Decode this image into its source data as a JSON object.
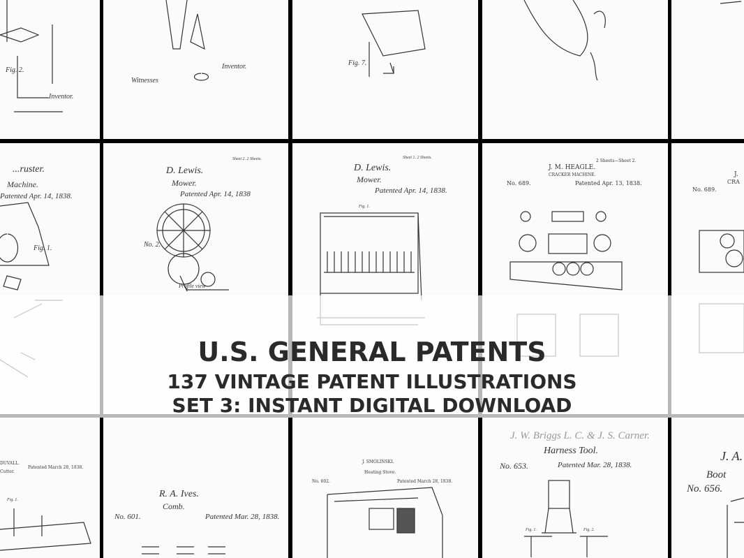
{
  "headline": {
    "title": "U.S. GENERAL PATENTS",
    "subtitle": "137 VINTAGE PATENT ILLUSTRATIONS",
    "tagline": "SET 3: INSTANT DIGITAL DOWNLOAD"
  },
  "cells": {
    "top": {
      "c0": {
        "fig": "Fig. 2.",
        "label": "Inventor."
      },
      "c1": {
        "inventor": "Inventor.",
        "witnesses": "Witnesses"
      },
      "c2": {
        "fig": "Fig. 7."
      },
      "c3": {},
      "c4": {}
    },
    "mid": {
      "c0": {
        "name": "...ruster.",
        "title": "Machine.",
        "date": "Patented Apr. 14, 1838.",
        "fig": "Fig. 1."
      },
      "c1": {
        "sheet": "Sheet 2. 2 Sheets.",
        "name": "D. Lewis.",
        "title": "Mower.",
        "date": "Patented Apr. 14, 1838",
        "no": "No. 2.",
        "caption": "Profile view"
      },
      "c2": {
        "sheet": "Sheet 1. 2 Sheets.",
        "name": "D. Lewis.",
        "title": "Mower.",
        "date": "Patented Apr. 14, 1838.",
        "fig": "Fig. 1."
      },
      "c3": {
        "sheet": "2 Sheets—Sheet 2.",
        "name": "J. M. HEAGLE.",
        "title": "CRACKER MACHINE.",
        "no": "No. 689.",
        "date": "Patented Apr. 13, 1838."
      },
      "c4": {
        "no": "No. 689.",
        "name": "J.",
        "title": "CRA"
      }
    },
    "bot": {
      "c0": {
        "name": "DUVALL.",
        "title": "Cutter.",
        "date": "Patented March 28, 1838.",
        "fig": "Fig. 1."
      },
      "c1": {
        "name": "R. A. Ives.",
        "title": "Comb.",
        "no": "No. 601.",
        "date": "Patented Mar. 28, 1838."
      },
      "c2": {
        "name": "J. SMOLINSKI.",
        "title": "Heating Stove.",
        "no": "No. 602.",
        "date": "Patented March 28, 1838."
      },
      "c3": {
        "name": "J. W. Briggs L. C. & J. S. Carner.",
        "title": "Harness Tool.",
        "no": "No. 653.",
        "date": "Patented Mar. 28, 1838.",
        "fig1": "Fig. 1.",
        "fig2": "Fig. 2."
      },
      "c4": {
        "name": "J. A.",
        "title": "Boot",
        "no": "No. 656."
      }
    }
  }
}
